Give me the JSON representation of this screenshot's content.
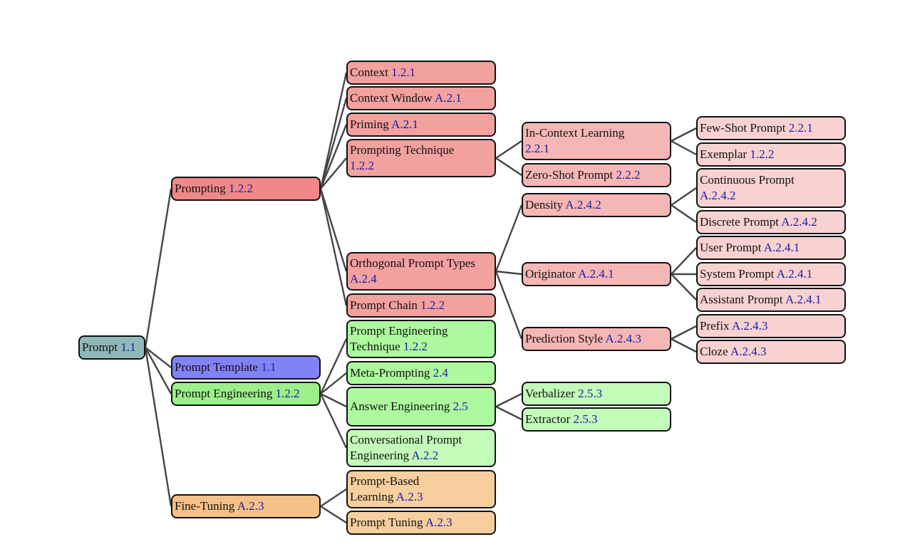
{
  "diagram": {
    "nodes": {
      "prompt": {
        "text": "Prompt",
        "ref": "1.1"
      },
      "prompting": {
        "text": "Prompting",
        "ref": "1.2.2"
      },
      "prompt_template": {
        "text": "Prompt Template",
        "ref": "1.1"
      },
      "prompt_engineering": {
        "text": "Prompt Engineering",
        "ref": "1.2.2"
      },
      "fine_tuning": {
        "text": "Fine-Tuning",
        "ref": "A.2.3"
      },
      "context": {
        "text": "Context",
        "ref": "1.2.1"
      },
      "context_window": {
        "text": "Context Window",
        "ref": "A.2.1"
      },
      "priming": {
        "text": "Priming",
        "ref": "A.2.1"
      },
      "prompting_technique": {
        "text": "Prompting Technique",
        "ref": "1.2.2"
      },
      "orthogonal_prompt_types": {
        "text": "Orthogonal Prompt Types",
        "ref": "A.2.4"
      },
      "prompt_chain": {
        "text": "Prompt Chain",
        "ref": "1.2.2"
      },
      "prompt_engineering_technique": {
        "text": "Prompt Engineering Technique",
        "ref": "1.2.2"
      },
      "meta_prompting": {
        "text": "Meta-Prompting",
        "ref": "2.4"
      },
      "answer_engineering": {
        "text": "Answer Engineering",
        "ref": "2.5"
      },
      "conversational_prompt_engineering": {
        "text": "Conversational Prompt Engineering",
        "ref": "A.2.2"
      },
      "prompt_based_learning": {
        "text": "Prompt-Based Learning",
        "ref": "A.2.3"
      },
      "prompt_tuning": {
        "text": "Prompt Tuning",
        "ref": "A.2.3"
      },
      "in_context_learning": {
        "text": "In-Context Learning",
        "ref": "2.2.1"
      },
      "zero_shot_prompt": {
        "text": "Zero-Shot Prompt",
        "ref": "2.2.2"
      },
      "density": {
        "text": "Density",
        "ref": "A.2.4.2"
      },
      "originator": {
        "text": "Originator",
        "ref": "A.2.4.1"
      },
      "prediction_style": {
        "text": "Prediction Style",
        "ref": "A.2.4.3"
      },
      "verbalizer": {
        "text": "Verbalizer",
        "ref": "2.5.3"
      },
      "extractor": {
        "text": "Extractor",
        "ref": "2.5.3"
      },
      "few_shot_prompt": {
        "text": "Few-Shot Prompt",
        "ref": "2.2.1"
      },
      "exemplar": {
        "text": "Exemplar",
        "ref": "1.2.2"
      },
      "continuous_prompt": {
        "text": "Continuous Prompt",
        "ref": "A.2.4.2"
      },
      "discrete_prompt": {
        "text": "Discrete Prompt",
        "ref": "A.2.4.2"
      },
      "user_prompt": {
        "text": "User Prompt",
        "ref": "A.2.4.1"
      },
      "system_prompt": {
        "text": "System Prompt",
        "ref": "A.2.4.1"
      },
      "assistant_prompt": {
        "text": "Assistant Prompt",
        "ref": "A.2.4.1"
      },
      "prefix": {
        "text": "Prefix",
        "ref": "A.2.4.3"
      },
      "cloze": {
        "text": "Cloze",
        "ref": "A.2.4.3"
      }
    },
    "edges": [
      [
        "prompt",
        "prompting"
      ],
      [
        "prompt",
        "prompt_template"
      ],
      [
        "prompt",
        "prompt_engineering"
      ],
      [
        "prompt",
        "fine_tuning"
      ],
      [
        "prompting",
        "context"
      ],
      [
        "prompting",
        "context_window"
      ],
      [
        "prompting",
        "priming"
      ],
      [
        "prompting",
        "prompting_technique"
      ],
      [
        "prompting",
        "orthogonal_prompt_types"
      ],
      [
        "prompting",
        "prompt_chain"
      ],
      [
        "prompt_engineering",
        "prompt_engineering_technique"
      ],
      [
        "prompt_engineering",
        "meta_prompting"
      ],
      [
        "prompt_engineering",
        "answer_engineering"
      ],
      [
        "prompt_engineering",
        "conversational_prompt_engineering"
      ],
      [
        "fine_tuning",
        "prompt_based_learning"
      ],
      [
        "fine_tuning",
        "prompt_tuning"
      ],
      [
        "prompting_technique",
        "in_context_learning"
      ],
      [
        "prompting_technique",
        "zero_shot_prompt"
      ],
      [
        "orthogonal_prompt_types",
        "density"
      ],
      [
        "orthogonal_prompt_types",
        "originator"
      ],
      [
        "orthogonal_prompt_types",
        "prediction_style"
      ],
      [
        "answer_engineering",
        "verbalizer"
      ],
      [
        "answer_engineering",
        "extractor"
      ],
      [
        "in_context_learning",
        "few_shot_prompt"
      ],
      [
        "in_context_learning",
        "exemplar"
      ],
      [
        "density",
        "continuous_prompt"
      ],
      [
        "density",
        "discrete_prompt"
      ],
      [
        "originator",
        "user_prompt"
      ],
      [
        "originator",
        "system_prompt"
      ],
      [
        "originator",
        "assistant_prompt"
      ],
      [
        "prediction_style",
        "prefix"
      ],
      [
        "prediction_style",
        "cloze"
      ]
    ]
  }
}
